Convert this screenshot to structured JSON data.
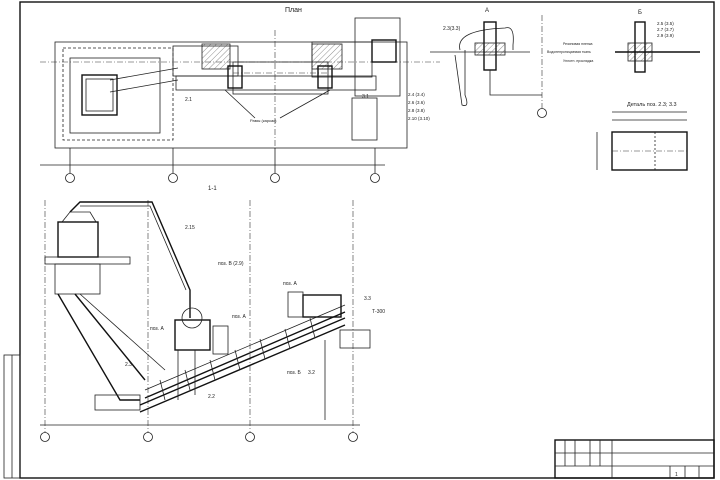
{
  "drawing": {
    "plan_title": "План",
    "section_title": "1-1",
    "view_a_title": "А",
    "view_b_title": "Б",
    "detail_title": "Деталь поз. 2.3; 3.3",
    "plan_labels": {
      "pos_2_1": "2.1",
      "pos_3_1": "3.1",
      "pos_2_4": "2.4 (3.4)",
      "pos_2_6": "2.6 (3.6)",
      "pos_2_8": "2.8 (3.8)",
      "pos_2_10": "2.10 (3.10)",
      "frames_note": "Рамы (каркас)"
    },
    "view_a_labels": {
      "pos": "2.3(3.3)"
    },
    "view_b_labels": {
      "pos_2_5": "2.5 (3.5)",
      "pos_2_7": "2.7 (3.7)",
      "pos_2_9": "2.9 (3.9)",
      "layer1": "Резиновая пленка",
      "layer2": "Водонепроницаемая ткань",
      "layer3": "Уплотн. прокладка"
    },
    "section_labels": {
      "pos_2_15": "2.15",
      "pos_v": "поз. В (2.9)",
      "pos_a1": "поз. А",
      "pos_a2": "поз. А",
      "pos_a3": "поз. А",
      "pos_2_3": "2.3",
      "pos_2_2": "2.2",
      "pos_b": "поз. Б",
      "pos_3_2": "3.2",
      "pos_3_3": "3.3",
      "pos_t300": "Т-300"
    }
  },
  "title_block": {
    "sheet": "1"
  }
}
